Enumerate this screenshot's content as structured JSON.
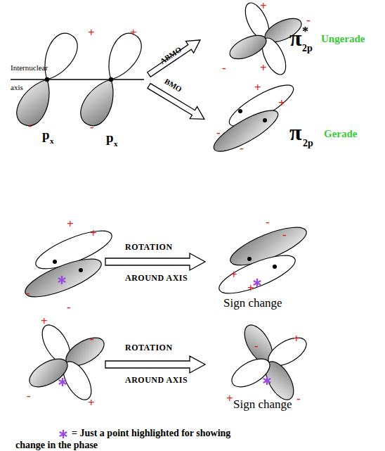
{
  "diagram": {
    "labels": [
      "+",
      "+",
      "Internuclear axis",
      "-",
      "-",
      "p",
      "x",
      "p",
      "x",
      "ABMO",
      "BMO",
      "+",
      "-",
      "π",
      "*",
      "2p",
      "Ungerade",
      "-",
      "+",
      "+",
      "+",
      "π",
      "2p",
      "Gerade",
      "-",
      "-",
      "+",
      "+",
      "-",
      "-",
      "ROTATION",
      "AROUND AXIS",
      "+",
      "-",
      "-",
      "+",
      "Sign change",
      "+",
      "-",
      "-",
      "+",
      "ROTATION",
      "AROUND AXIS",
      "-",
      "+",
      "+",
      "-",
      "Sign change"
    ],
    "legend": [
      {
        "text": "= Just a point highlighted for showing change in the phase"
      }
    ]
  }
}
